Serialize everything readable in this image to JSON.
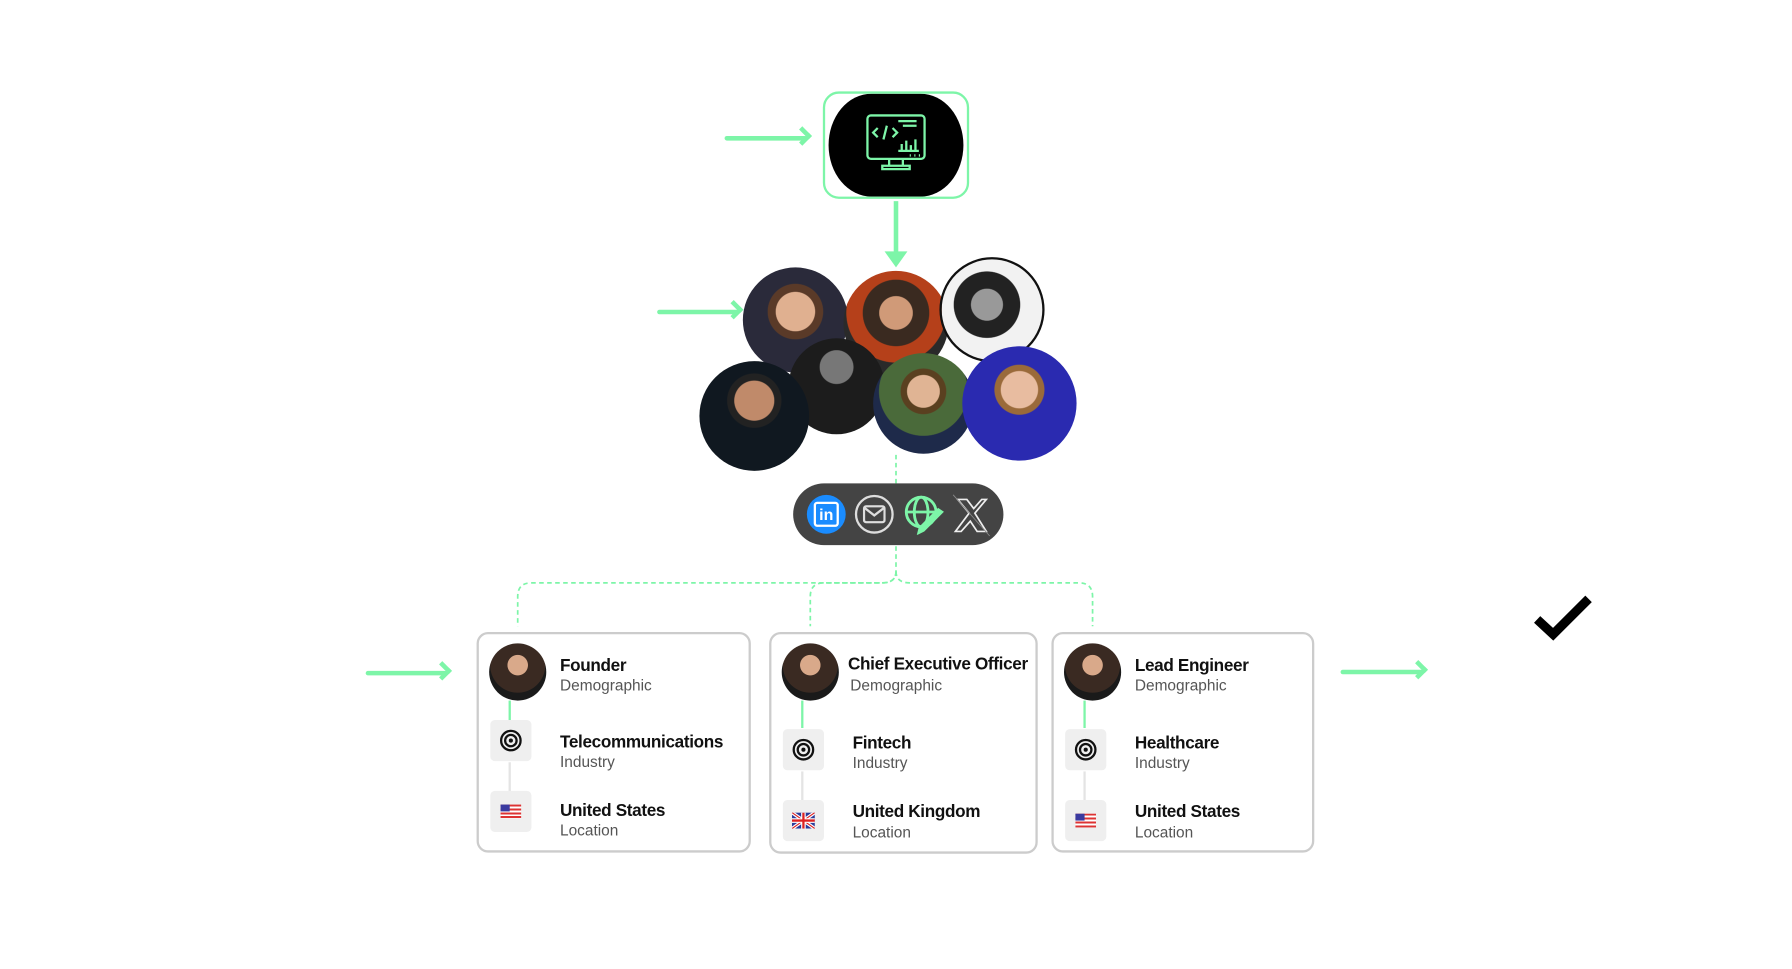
{
  "colors": {
    "accent": "#7df5a8",
    "pill": "#444444",
    "card_border": "#cccccc"
  },
  "hub": {
    "icon": "code-analytics-monitor-icon"
  },
  "channels": [
    {
      "icon": "linkedin-icon"
    },
    {
      "icon": "email-icon"
    },
    {
      "icon": "web-globe-edit-icon"
    },
    {
      "icon": "x-twitter-icon"
    }
  ],
  "cards": [
    {
      "title": "Founder",
      "title_sub": "Demographic",
      "industry": "Telecommunications",
      "industry_sub": "Industry",
      "location": "United States",
      "location_sub": "Location",
      "flag": "us-flag-icon"
    },
    {
      "title": "Chief Executive Officer",
      "title_sub": "Demographic",
      "industry": "Fintech",
      "industry_sub": "Industry",
      "location": "United Kingdom",
      "location_sub": "Location",
      "flag": "uk-flag-icon"
    },
    {
      "title": "Lead Engineer",
      "title_sub": "Demographic",
      "industry": "Healthcare",
      "industry_sub": "Industry",
      "location": "United States",
      "location_sub": "Location",
      "flag": "us-flag-icon"
    }
  ]
}
